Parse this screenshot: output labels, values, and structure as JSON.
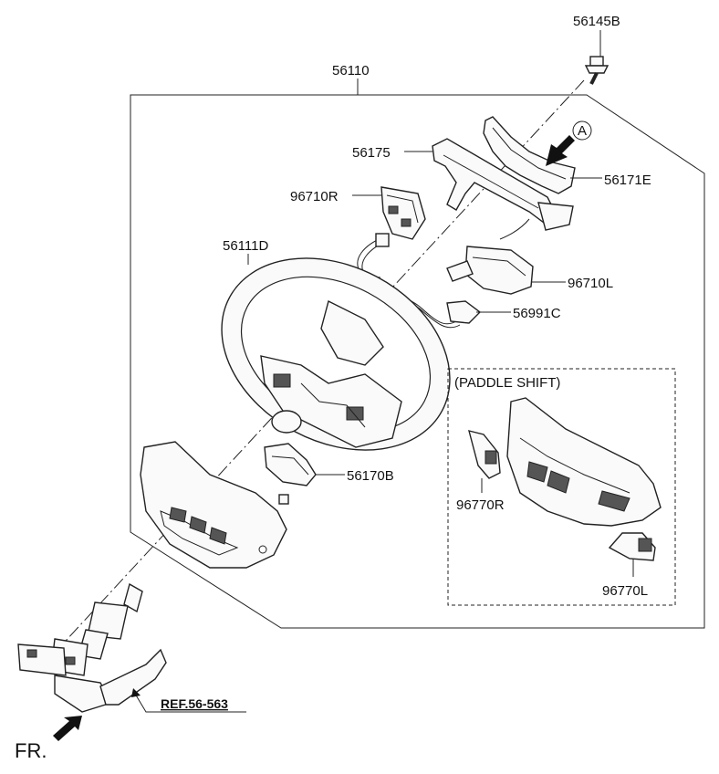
{
  "labels": {
    "p56145B": "56145B",
    "p56110": "56110",
    "p56175": "56175",
    "p56171E": "56171E",
    "p96710R": "96710R",
    "p56111D": "56111D",
    "p96710L": "96710L",
    "p56991C": "56991C",
    "p56170B": "56170B",
    "p96770R": "96770R",
    "p96770L": "96770L"
  },
  "callout": "A",
  "paddle_title": "(PADDLE SHIFT)",
  "reference": "REF.56-563",
  "direction": "FR."
}
